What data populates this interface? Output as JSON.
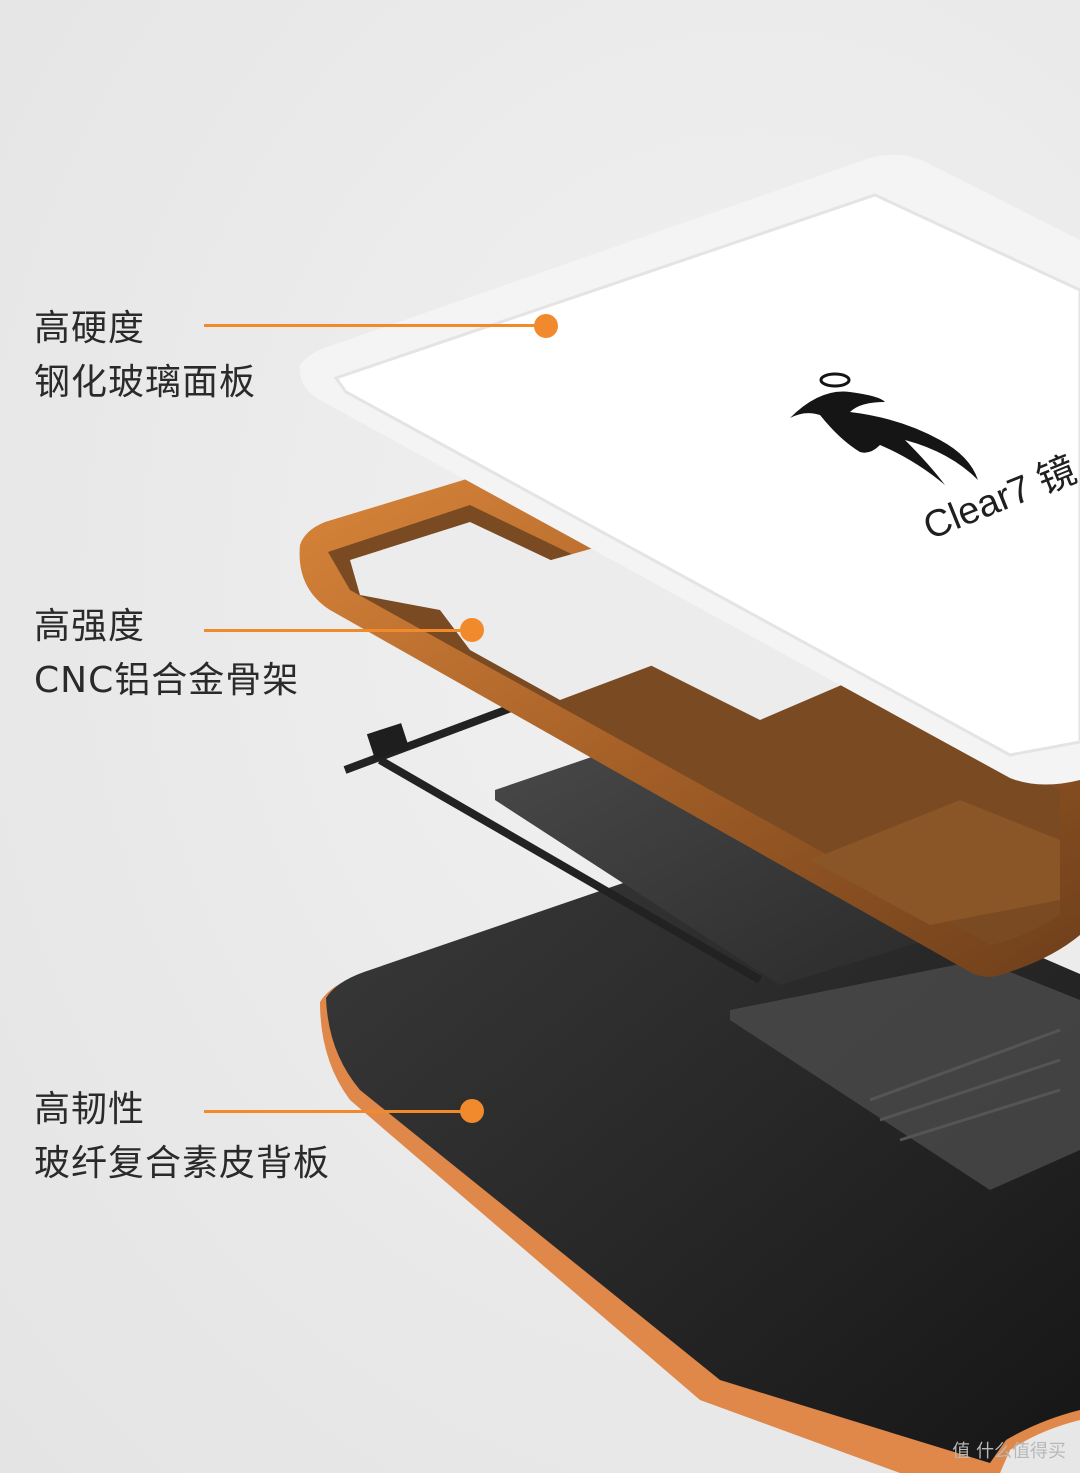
{
  "callouts": [
    {
      "line1": "高硬度",
      "line2": "钢化玻璃面板"
    },
    {
      "line1": "高强度",
      "line2": "CNC铝合金骨架"
    },
    {
      "line1": "高韧性",
      "line2": "玻纤复合素皮背板"
    }
  ],
  "screen_text": "Clear7 镜",
  "watermark": "值 什么值得买",
  "colors": {
    "accent": "#f08a2c",
    "frame": "#c9772e",
    "back": "#2b2b2b",
    "glass": "#ffffff"
  }
}
